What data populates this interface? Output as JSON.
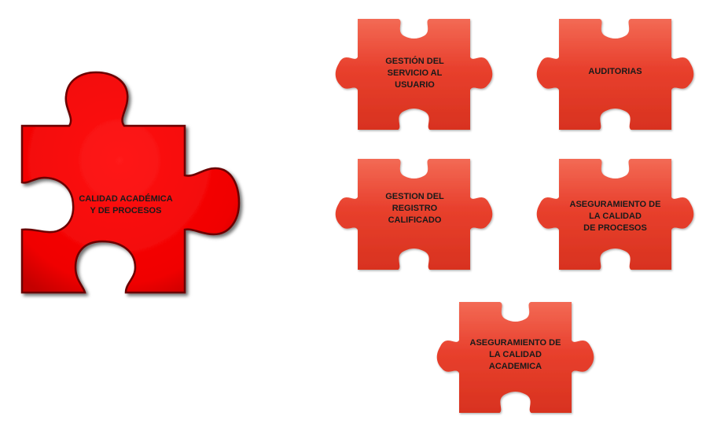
{
  "main_piece": {
    "label": "CALIDAD ACADÉMICA\nY DE PROCESOS",
    "color": "#ff0000"
  },
  "pieces": [
    {
      "label": "GESTIÓN DEL\nSERVICIO AL\nUSUARIO"
    },
    {
      "label": "AUDITORIAS"
    },
    {
      "label": "GESTION DEL\nREGISTRO\nCALIFICADO"
    },
    {
      "label": "ASEGURAMIENTO DE\nLA CALIDAD\nDE PROCESOS"
    },
    {
      "label": "ASEGURAMIENTO DE\nLA CALIDAD\nACADEMICA"
    }
  ],
  "colors": {
    "piece_fill": "#e8402d",
    "piece_light": "#f36a55",
    "main_edge": "#5a0000"
  }
}
